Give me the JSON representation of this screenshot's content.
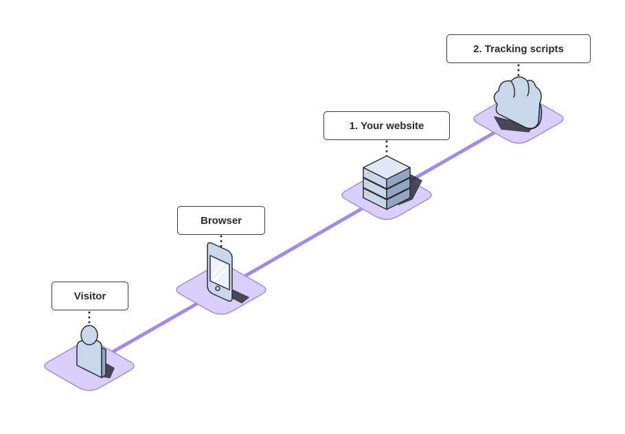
{
  "nodes": {
    "visitor": {
      "label": "Visitor",
      "icon": "person-icon"
    },
    "browser": {
      "label": "Browser",
      "icon": "smartphone-icon"
    },
    "website": {
      "label": "1. Your website",
      "icon": "server-icon"
    },
    "tracking": {
      "label": "2. Tracking scripts",
      "icon": "cloud-icon"
    }
  },
  "colors": {
    "connector": "#a08af0",
    "platform_fill": "#d8d0fb",
    "platform_stroke": "#a08af0",
    "icon_fill": "#c9d7ea",
    "icon_stroke": "#2c2c2c",
    "label_border": "#3a3a3a"
  }
}
